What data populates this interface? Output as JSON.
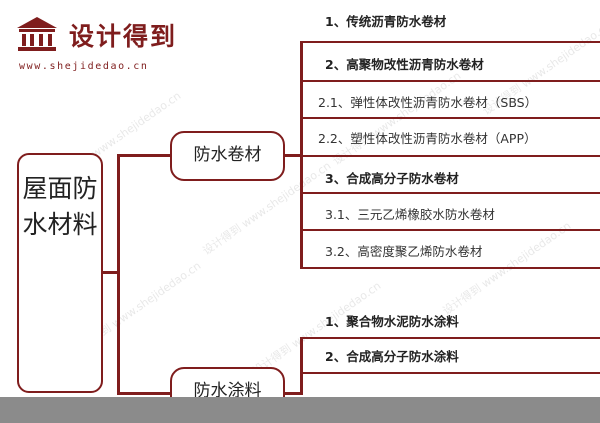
{
  "logo": {
    "name": "设计得到",
    "url": "www.shejidedao.cn",
    "icon": "building-icon"
  },
  "colors": {
    "accent": "#7f1d1d",
    "text": "#222222",
    "band": "#8b8b8b"
  },
  "diagram": {
    "root": "屋面防水材料",
    "branches": [
      {
        "label": "防水卷材",
        "items": [
          {
            "text": "1、传统沥青防水卷材",
            "bold": true
          },
          {
            "text": "2、高聚物改性沥青防水卷材",
            "bold": true
          },
          {
            "text": "2.1、弹性体改性沥青防水卷材（SBS）",
            "bold": false
          },
          {
            "text": "2.2、塑性体改性沥青防水卷材（APP）",
            "bold": false
          },
          {
            "text": "3、合成高分子防水卷材",
            "bold": true
          },
          {
            "text": "3.1、三元乙烯橡胶水防水卷材",
            "bold": false
          },
          {
            "text": "3.2、高密度聚乙烯防水卷材",
            "bold": false
          }
        ]
      },
      {
        "label": "防水涂料",
        "items": [
          {
            "text": "1、聚合物水泥防水涂料",
            "bold": true
          },
          {
            "text": "2、合成高分子防水涂料",
            "bold": true
          }
        ]
      }
    ]
  },
  "watermark": "设计得到 www.shejidedao.cn"
}
